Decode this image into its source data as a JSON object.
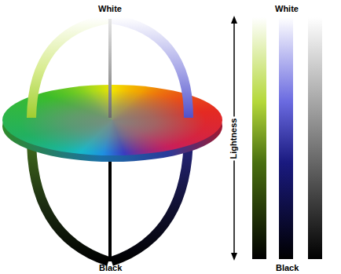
{
  "diagram": {
    "labels": [
      "White",
      "White",
      "Lightness",
      "Black",
      "Black"
    ]
  }
}
